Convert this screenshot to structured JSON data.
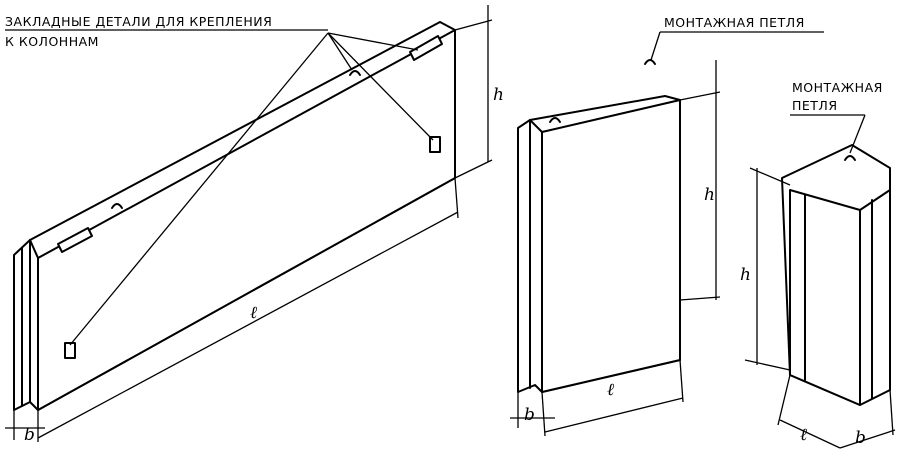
{
  "labels": {
    "embedded_parts_line1": "ЗАКЛАДНЫЕ ДЕТАЛИ ДЛЯ КРЕПЛЕНИЯ",
    "embedded_parts_line2": "К КОЛОННАМ",
    "lifting_loop_middle": "МОНТАЖНАЯ ПЕТЛЯ",
    "lifting_loop_right_line1": "МОНТАЖНАЯ",
    "lifting_loop_right_line2": "ПЕТЛЯ"
  },
  "dimensions": {
    "height": "h",
    "length": "ℓ",
    "thickness": "b"
  }
}
